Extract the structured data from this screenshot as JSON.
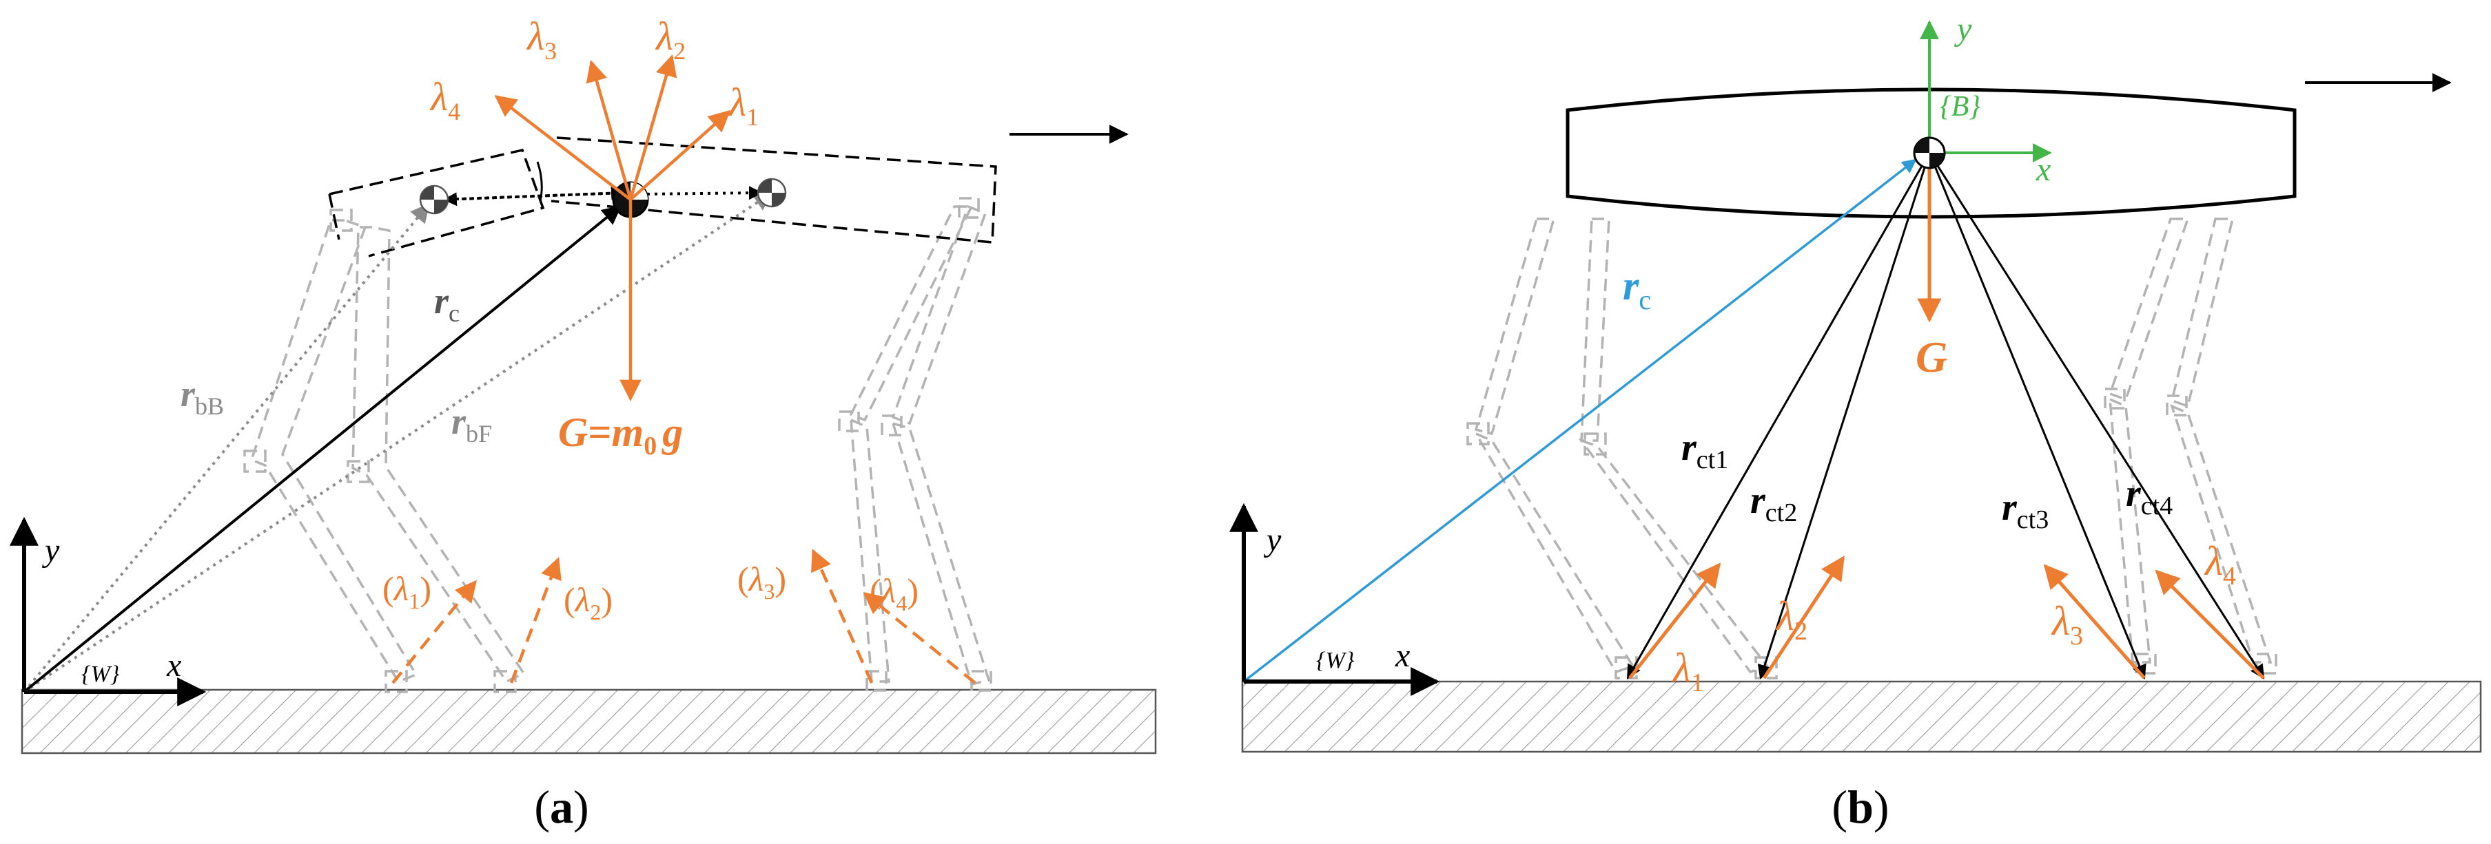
{
  "colors": {
    "force": "#ed7d31",
    "vector": "#000000",
    "leg": "#b0b0b0",
    "blue": "#2e9bd6",
    "green": "#44b649",
    "ground_hatch": "#999999"
  },
  "panel_a": {
    "caption_open": "(",
    "caption_letter": "a",
    "caption_close": ")",
    "lambdas": [
      {
        "sym": "λ",
        "sub": "1"
      },
      {
        "sym": "λ",
        "sub": "2"
      },
      {
        "sym": "λ",
        "sub": "3"
      },
      {
        "sym": "λ",
        "sub": "4"
      }
    ],
    "foot_forces": [
      {
        "open": "(",
        "sym": "λ",
        "sub": "1",
        "close": ")"
      },
      {
        "open": "(",
        "sym": "λ",
        "sub": "2",
        "close": ")"
      },
      {
        "open": "(",
        "sym": "λ",
        "sub": "3",
        "close": ")"
      },
      {
        "open": "(",
        "sym": "λ",
        "sub": "4",
        "close": ")"
      }
    ],
    "gravity": {
      "G": "G",
      "eq": "=",
      "m": "m",
      "m_sub": "0",
      "g": "g"
    },
    "rc": {
      "main": "r",
      "sub": "c"
    },
    "rbB": {
      "main": "r",
      "sub": "bB"
    },
    "rbF": {
      "main": "r",
      "sub": "bF"
    },
    "axes": {
      "y": "y",
      "x": "x",
      "frame": "{W}"
    }
  },
  "panel_b": {
    "caption_open": "(",
    "caption_letter": "b",
    "caption_close": ")",
    "lambdas": [
      {
        "sym": "λ",
        "sub": "1"
      },
      {
        "sym": "λ",
        "sub": "2"
      },
      {
        "sym": "λ",
        "sub": "3"
      },
      {
        "sym": "λ",
        "sub": "4"
      }
    ],
    "gravity": "G",
    "rc": {
      "main": "r",
      "sub": "c"
    },
    "rct": [
      {
        "main": "r",
        "sub": "ct1"
      },
      {
        "main": "r",
        "sub": "ct2"
      },
      {
        "main": "r",
        "sub": "ct3"
      },
      {
        "main": "r",
        "sub": "ct4"
      }
    ],
    "body_frame": {
      "y": "y",
      "x": "x",
      "frame": "{B}"
    },
    "axes": {
      "y": "y",
      "x": "x",
      "frame": "{W}"
    }
  }
}
